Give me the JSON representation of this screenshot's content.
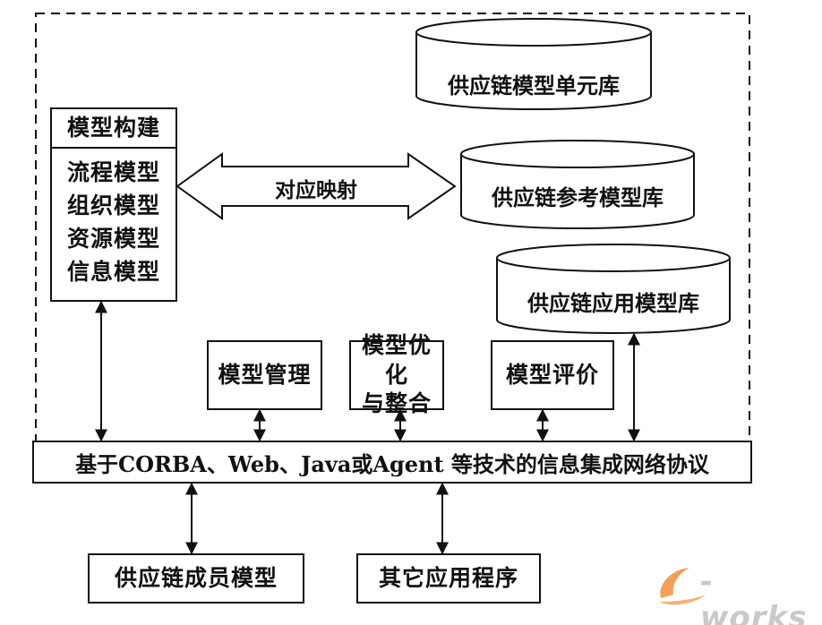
{
  "modeling": {
    "title": "模型构建",
    "items": [
      "流程模型",
      "组织模型",
      "资源模型",
      "信息模型"
    ]
  },
  "mapping_label": "对应映射",
  "databases": [
    "供应链模型单元库",
    "供应链参考模型库",
    "供应链应用模型库"
  ],
  "tools": [
    "模型管理",
    "模型优化\n与整合",
    "模型评价"
  ],
  "protocol_bar": "基于CORBA、Web、Java或Agent 等技术的信息集成网络协议",
  "bottom": [
    "供应链成员模型",
    "其它应用程序"
  ],
  "watermark": {
    "text": "e-works",
    "accent": "#f07f1e",
    "color": "#c9c9c9"
  }
}
